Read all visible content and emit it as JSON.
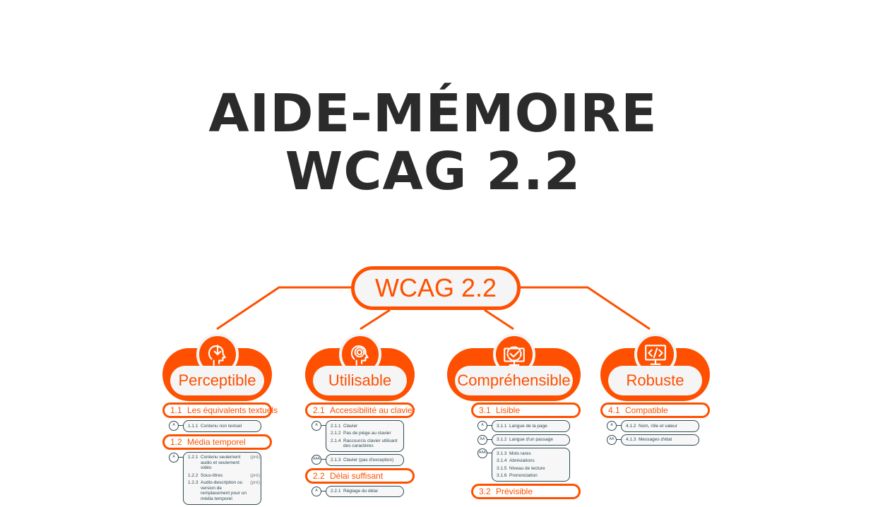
{
  "title": {
    "line1": "AIDE-MÉMOIRE",
    "line2": "WCAG 2.2"
  },
  "root": {
    "label": "WCAG 2.2"
  },
  "colors": {
    "accent": "#fe5000",
    "ink": "#2d4a55",
    "title": "#2b2b2b"
  },
  "principles": [
    {
      "label": "Perceptible",
      "icon": "head-download-icon",
      "sections": [
        {
          "num": "1.1",
          "label": "Les équivalents textuels",
          "groups": [
            {
              "level": "A",
              "items": [
                {
                  "num": "1.1.1",
                  "label": "Contenu non textuel"
                }
              ]
            }
          ]
        },
        {
          "num": "1.2",
          "label": "Média temporel",
          "groups": [
            {
              "level": "A",
              "items": [
                {
                  "num": "1.2.1",
                  "label": "Contenu seulement audio et seulement vidéo",
                  "note": "(pré)"
                },
                {
                  "num": "1.2.2",
                  "label": "Sous-titres",
                  "note": "(pré)"
                },
                {
                  "num": "1.2.3",
                  "label": "Audio-description ou version de remplacement pour un média temporel",
                  "note": "(pré)"
                }
              ]
            }
          ]
        }
      ]
    },
    {
      "label": "Utilisable",
      "icon": "head-gear-icon",
      "sections": [
        {
          "num": "2.1",
          "label": "Accessibilité au clavier",
          "groups": [
            {
              "level": "A",
              "items": [
                {
                  "num": "2.1.1",
                  "label": "Clavier"
                },
                {
                  "num": "2.1.2",
                  "label": "Pas de piège au clavier"
                },
                {
                  "num": "2.1.4",
                  "label": "Raccourcis clavier utilisant des caractères"
                }
              ]
            },
            {
              "level": "AAA",
              "items": [
                {
                  "num": "2.1.3",
                  "label": "Clavier (pas d'exception)"
                }
              ]
            }
          ]
        },
        {
          "num": "2.2",
          "label": "Délai suffisant",
          "groups": [
            {
              "level": "A",
              "items": [
                {
                  "num": "2.2.1",
                  "label": "Réglage du délai"
                }
              ]
            }
          ]
        }
      ]
    },
    {
      "label": "Compréhensible",
      "icon": "monitor-check-icon",
      "sections": [
        {
          "num": "3.1",
          "label": "Lisible",
          "groups": [
            {
              "level": "A",
              "items": [
                {
                  "num": "3.1.1",
                  "label": "Langue de la page"
                }
              ]
            },
            {
              "level": "AA",
              "items": [
                {
                  "num": "3.1.2",
                  "label": "Langue d'un passage"
                }
              ]
            },
            {
              "level": "AAA",
              "items": [
                {
                  "num": "3.1.3",
                  "label": "Mots rares"
                },
                {
                  "num": "3.1.4",
                  "label": "Abréviations"
                },
                {
                  "num": "3.1.5",
                  "label": "Niveau de lecture"
                },
                {
                  "num": "3.1.6",
                  "label": "Prononciation"
                }
              ]
            }
          ]
        },
        {
          "num": "3.2",
          "label": "Prévisible",
          "groups": []
        }
      ]
    },
    {
      "label": "Robuste",
      "icon": "monitor-code-icon",
      "sections": [
        {
          "num": "4.1",
          "label": "Compatible",
          "groups": [
            {
              "level": "A",
              "items": [
                {
                  "num": "4.1.2",
                  "label": "Nom, rôle et valeur"
                }
              ]
            },
            {
              "level": "AA",
              "items": [
                {
                  "num": "4.1.3",
                  "label": "Messages d'état"
                }
              ]
            }
          ]
        }
      ]
    }
  ]
}
